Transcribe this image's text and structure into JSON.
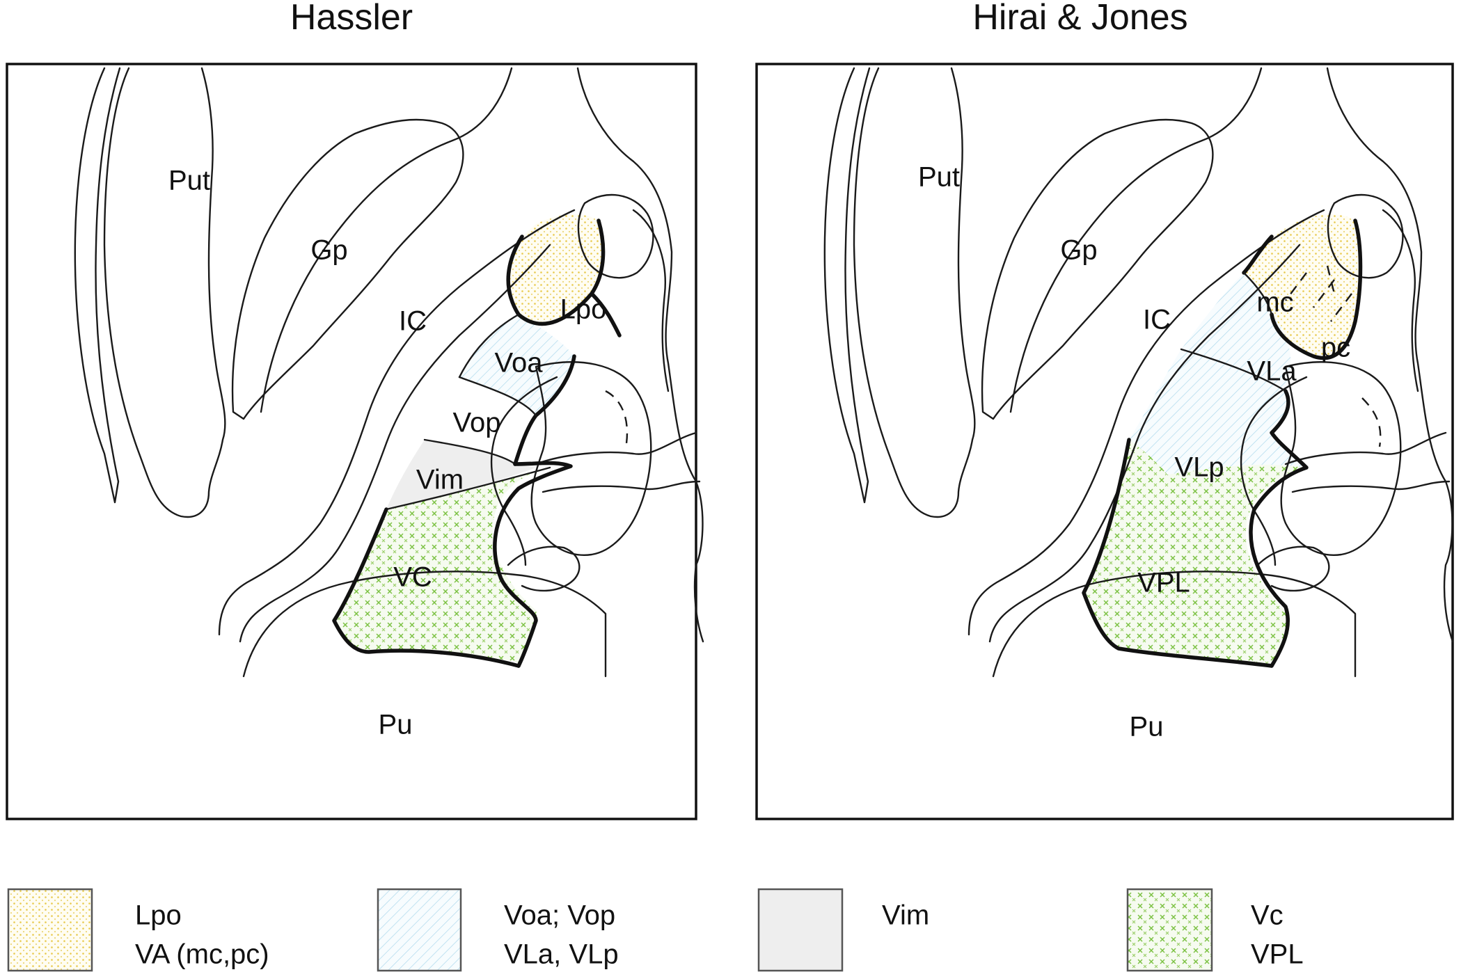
{
  "panels": [
    {
      "title": "Hassler",
      "labels": {
        "put": "Put",
        "gp": "Gp",
        "ic": "IC",
        "pu": "Pu",
        "lpo": "Lpo",
        "voa": "Voa",
        "vop": "Vop",
        "vim": "Vim",
        "vc": "VC"
      }
    },
    {
      "title": "Hirai & Jones",
      "labels": {
        "put": "Put",
        "gp": "Gp",
        "ic": "IC",
        "pu": "Pu",
        "mc": "mc",
        "pc": "pc",
        "vla": "VLa",
        "vlp": "VLp",
        "vpl": "VPL"
      }
    }
  ],
  "legend": [
    {
      "line1": "Lpo",
      "line2": "VA (mc,pc)",
      "pattern": "dots-yellow"
    },
    {
      "line1": "Voa; Vop",
      "line2": "VLa, VLp",
      "pattern": "hatch-blue"
    },
    {
      "line1": "Vim",
      "line2": "",
      "pattern": "solid-gray"
    },
    {
      "line1": "Vc",
      "line2": "VPL",
      "pattern": "cross-green"
    }
  ],
  "colors": {
    "dots": "#e8c94a",
    "hatch": "#a8d8ea",
    "gray": "#eeeeee",
    "cross": "#7cc243",
    "line": "#111111"
  }
}
